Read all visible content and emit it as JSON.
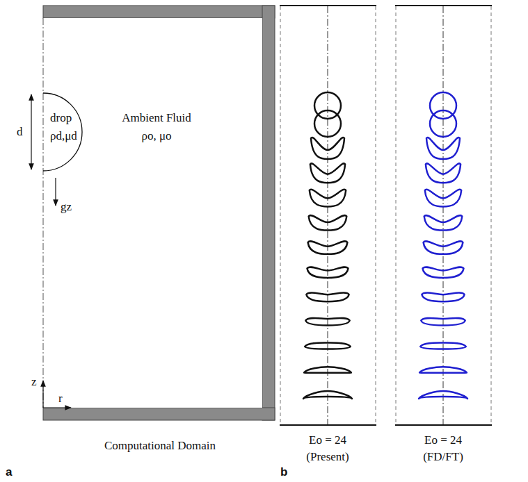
{
  "diagram": {
    "labels": [
      "d",
      "drop",
      "ρd,μd",
      "Ambient Fluid",
      "ρo, μo",
      "gz",
      "z",
      "r",
      "Computational Domain",
      "a",
      "b",
      "Eo = 24",
      "(Present)",
      "Eo = 24",
      "(FD/FT)"
    ]
  }
}
